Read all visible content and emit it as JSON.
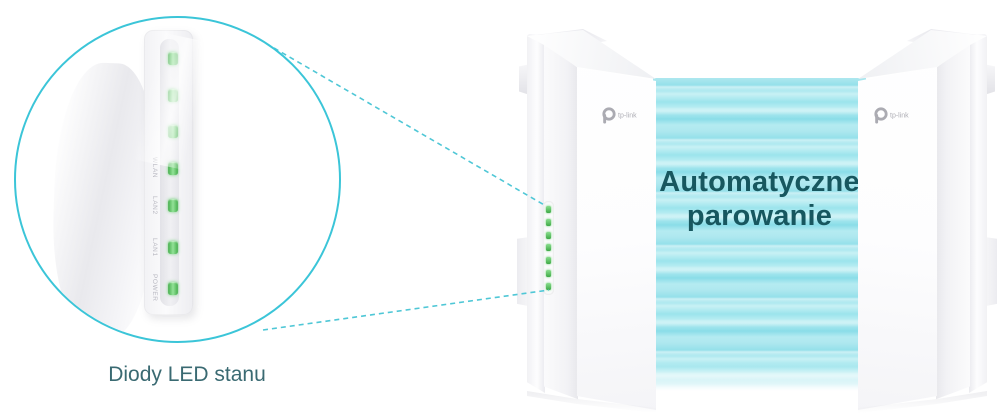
{
  "palette": {
    "accent_cyan": "#3bc5d8",
    "led_green": "#4cc257",
    "beam_text_color": "#17575f",
    "caption_color": "#3a6a72",
    "logo_gray": "#97979f"
  },
  "magnifier": {
    "led_count": 7,
    "leds": [
      "on",
      "on",
      "on",
      "on",
      "on",
      "on",
      "on"
    ],
    "labels": [
      "WLAN",
      "LAN2",
      "LAN1",
      "POWER"
    ]
  },
  "caption": {
    "text": "Diody LED stanu"
  },
  "pairing": {
    "line1": "Automatyczne",
    "line2": "parowanie"
  },
  "brand": {
    "name": "tp-link"
  },
  "device": {
    "led_count": 7,
    "leds": [
      "on",
      "on",
      "on",
      "on",
      "on",
      "on",
      "on"
    ]
  }
}
